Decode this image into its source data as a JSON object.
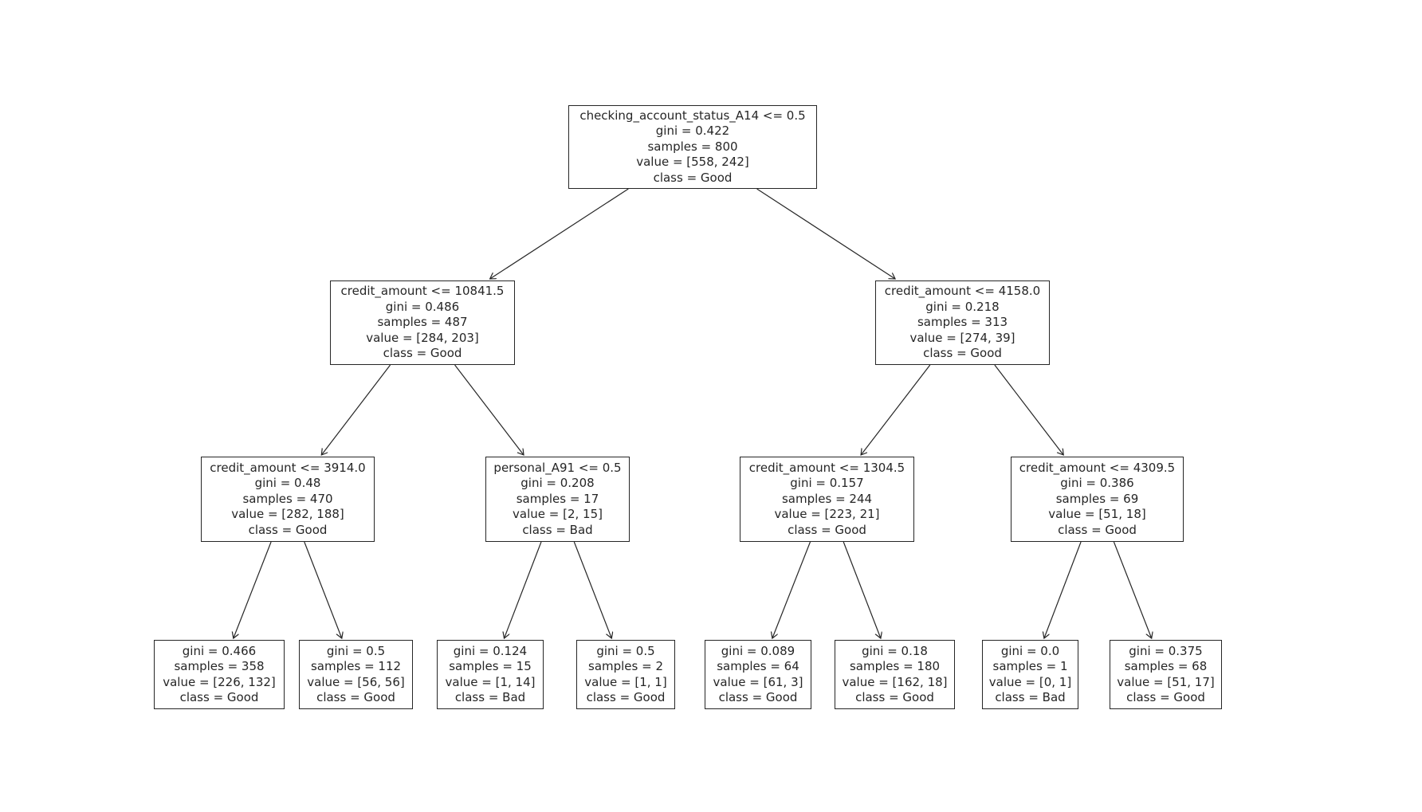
{
  "diagram": {
    "type": "decision-tree",
    "background": "#ffffff",
    "colors": {
      "node_border": "#262626",
      "node_fill": "#ffffff",
      "text": "#262626",
      "arrow": "#262626"
    }
  },
  "nodes": [
    {
      "id": 0,
      "lines": [
        "checking_account_status_A14 <= 0.5",
        "gini = 0.422",
        "samples = 800",
        "value = [558, 242]",
        "class = Good"
      ]
    },
    {
      "id": 1,
      "lines": [
        "credit_amount <= 10841.5",
        "gini = 0.486",
        "samples = 487",
        "value = [284, 203]",
        "class = Good"
      ]
    },
    {
      "id": 2,
      "lines": [
        "credit_amount <= 4158.0",
        "gini = 0.218",
        "samples = 313",
        "value = [274, 39]",
        "class = Good"
      ]
    },
    {
      "id": 3,
      "lines": [
        "credit_amount <= 3914.0",
        "gini = 0.48",
        "samples = 470",
        "value = [282, 188]",
        "class = Good"
      ]
    },
    {
      "id": 4,
      "lines": [
        "personal_A91 <= 0.5",
        "gini = 0.208",
        "samples = 17",
        "value = [2, 15]",
        "class = Bad"
      ]
    },
    {
      "id": 5,
      "lines": [
        "credit_amount <= 1304.5",
        "gini = 0.157",
        "samples = 244",
        "value = [223, 21]",
        "class = Good"
      ]
    },
    {
      "id": 6,
      "lines": [
        "credit_amount <= 4309.5",
        "gini = 0.386",
        "samples = 69",
        "value = [51, 18]",
        "class = Good"
      ]
    },
    {
      "id": 7,
      "lines": [
        "gini = 0.466",
        "samples = 358",
        "value = [226, 132]",
        "class = Good"
      ]
    },
    {
      "id": 8,
      "lines": [
        "gini = 0.5",
        "samples = 112",
        "value = [56, 56]",
        "class = Good"
      ]
    },
    {
      "id": 9,
      "lines": [
        "gini = 0.124",
        "samples = 15",
        "value = [1, 14]",
        "class = Bad"
      ]
    },
    {
      "id": 10,
      "lines": [
        "gini = 0.5",
        "samples = 2",
        "value = [1, 1]",
        "class = Good"
      ]
    },
    {
      "id": 11,
      "lines": [
        "gini = 0.089",
        "samples = 64",
        "value = [61, 3]",
        "class = Good"
      ]
    },
    {
      "id": 12,
      "lines": [
        "gini = 0.18",
        "samples = 180",
        "value = [162, 18]",
        "class = Good"
      ]
    },
    {
      "id": 13,
      "lines": [
        "gini = 0.0",
        "samples = 1",
        "value = [0, 1]",
        "class = Bad"
      ]
    },
    {
      "id": 14,
      "lines": [
        "gini = 0.375",
        "samples = 68",
        "value = [51, 17]",
        "class = Good"
      ]
    }
  ],
  "edges": [
    {
      "from": 0,
      "to": 1
    },
    {
      "from": 0,
      "to": 2
    },
    {
      "from": 1,
      "to": 3
    },
    {
      "from": 1,
      "to": 4
    },
    {
      "from": 2,
      "to": 5
    },
    {
      "from": 2,
      "to": 6
    },
    {
      "from": 3,
      "to": 7
    },
    {
      "from": 3,
      "to": 8
    },
    {
      "from": 4,
      "to": 9
    },
    {
      "from": 4,
      "to": 10
    },
    {
      "from": 5,
      "to": 11
    },
    {
      "from": 5,
      "to": 12
    },
    {
      "from": 6,
      "to": 13
    },
    {
      "from": 6,
      "to": 14
    }
  ]
}
